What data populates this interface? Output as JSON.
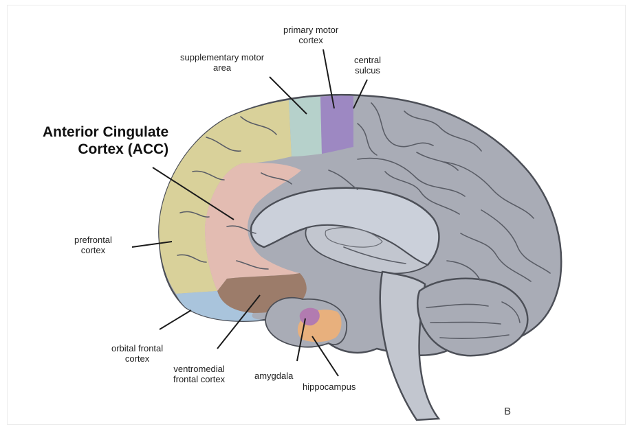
{
  "title": {
    "line1": "Anterior Cingulate",
    "line2": "Cortex (ACC)"
  },
  "labels": {
    "primary_motor_cortex": {
      "line1": "primary motor",
      "line2": "cortex"
    },
    "supplementary_motor_area": {
      "line1": "supplementary motor",
      "line2": "area"
    },
    "central_sulcus": {
      "line1": "central",
      "line2": "sulcus"
    },
    "prefrontal_cortex": {
      "line1": "prefrontal",
      "line2": "cortex"
    },
    "orbital_frontal_cortex": {
      "line1": "orbital frontal",
      "line2": "cortex"
    },
    "ventromedial_frontal_cortex": {
      "line1": "ventromedial",
      "line2": "frontal cortex"
    },
    "amygdala": "amygdala",
    "hippocampus": "hippocampus"
  },
  "panel_letter": "B",
  "colors": {
    "cortex_gray": "#a9acb6",
    "sulcus_line": "#54575f",
    "prefrontal": "#d9d19a",
    "supplementary_motor": "#b6d1cb",
    "primary_motor": "#9d88c2",
    "acc": "#e3bcb2",
    "ventromedial": "#9c7c6a",
    "orbital_frontal": "#a9c4dc",
    "amygdala": "#b27bb0",
    "hippocampus": "#e8b07d",
    "corpus_callosum": "#cbd0da",
    "brainstem": "#c2c6cf"
  }
}
